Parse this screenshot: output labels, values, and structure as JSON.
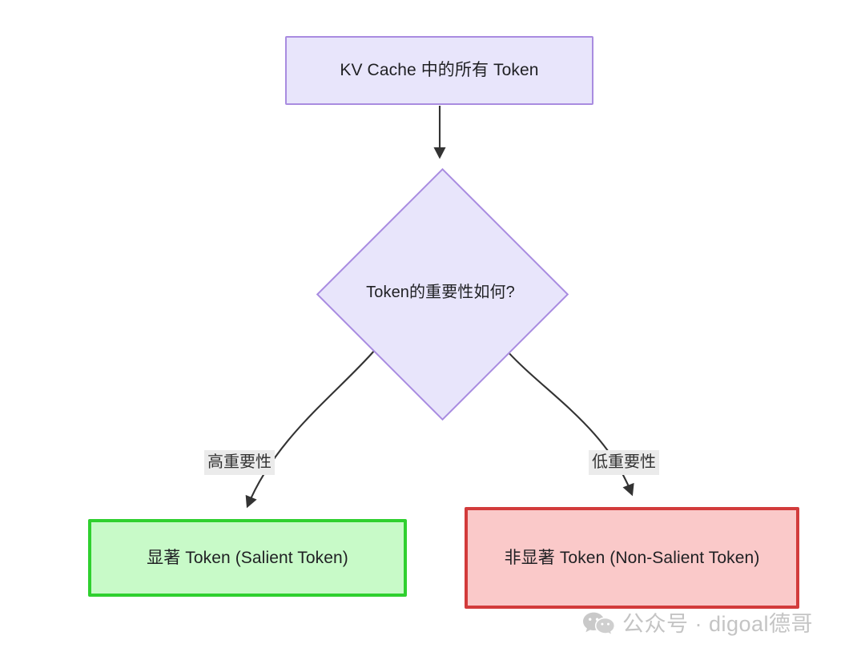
{
  "diagram": {
    "type": "flowchart",
    "direction": "top-down",
    "background_color": "#ffffff",
    "nodes": [
      {
        "id": "start",
        "shape": "rectangle",
        "label": "KV Cache 中的所有 Token",
        "fill_color": "#e8e5fb",
        "border_color": "#a98ce0",
        "text_color": "#1f2023"
      },
      {
        "id": "decision",
        "shape": "diamond",
        "label": "Token的重要性如何?",
        "fill_color": "#e8e5fb",
        "border_color": "#a98ce0",
        "text_color": "#1f2023"
      },
      {
        "id": "salient",
        "shape": "rectangle",
        "label": "显著 Token (Salient Token)",
        "fill_color": "#c8fac8",
        "border_color": "#2fd02f",
        "text_color": "#1f2023"
      },
      {
        "id": "non_salient",
        "shape": "rectangle",
        "label": "非显著 Token (Non-Salient Token)",
        "fill_color": "#fac9c9",
        "border_color": "#d23b3b",
        "text_color": "#1f2023"
      }
    ],
    "edges": [
      {
        "id": "start-to-decision",
        "from": "start",
        "to": "decision",
        "label": "",
        "arrow": "solid-triangle",
        "color": "#333333"
      },
      {
        "id": "decision-to-salient",
        "from": "decision",
        "to": "salient",
        "label": "高重要性",
        "arrow": "solid-triangle",
        "color": "#333333"
      },
      {
        "id": "decision-to-non-salient",
        "from": "decision",
        "to": "non_salient",
        "label": "低重要性",
        "arrow": "solid-triangle",
        "color": "#333333"
      }
    ],
    "edge_label_style": {
      "background_color": "#ebebeb",
      "text_color": "#333333"
    }
  },
  "watermark": {
    "icon": "wechat-icon",
    "text": "公众号 · digoal德哥",
    "color": "#c4c4c4"
  }
}
